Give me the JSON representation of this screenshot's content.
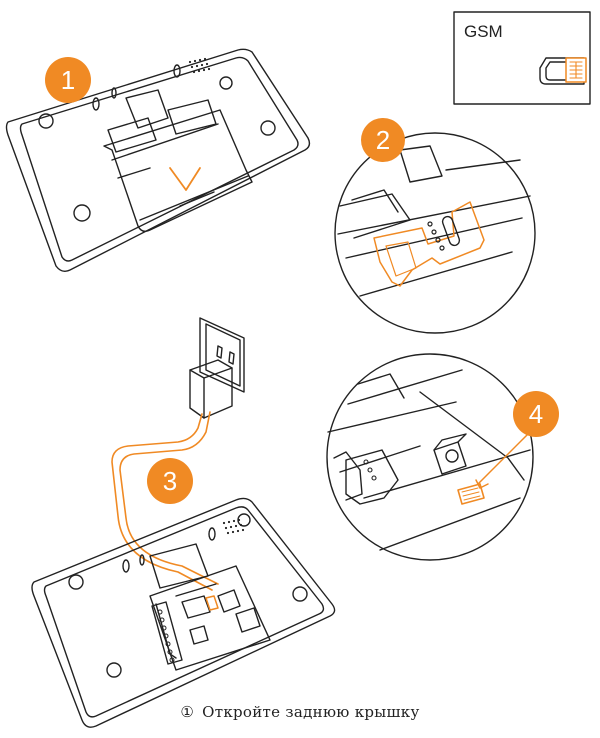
{
  "diagram": {
    "caption_number": "①",
    "caption_text": "Откройте заднюю крышку",
    "gsm_card_label": "GSM",
    "steps": [
      "1",
      "2",
      "3",
      "4"
    ],
    "colors": {
      "accent": "#f08a24",
      "line": "#222222",
      "panel": "#ffffff"
    }
  }
}
